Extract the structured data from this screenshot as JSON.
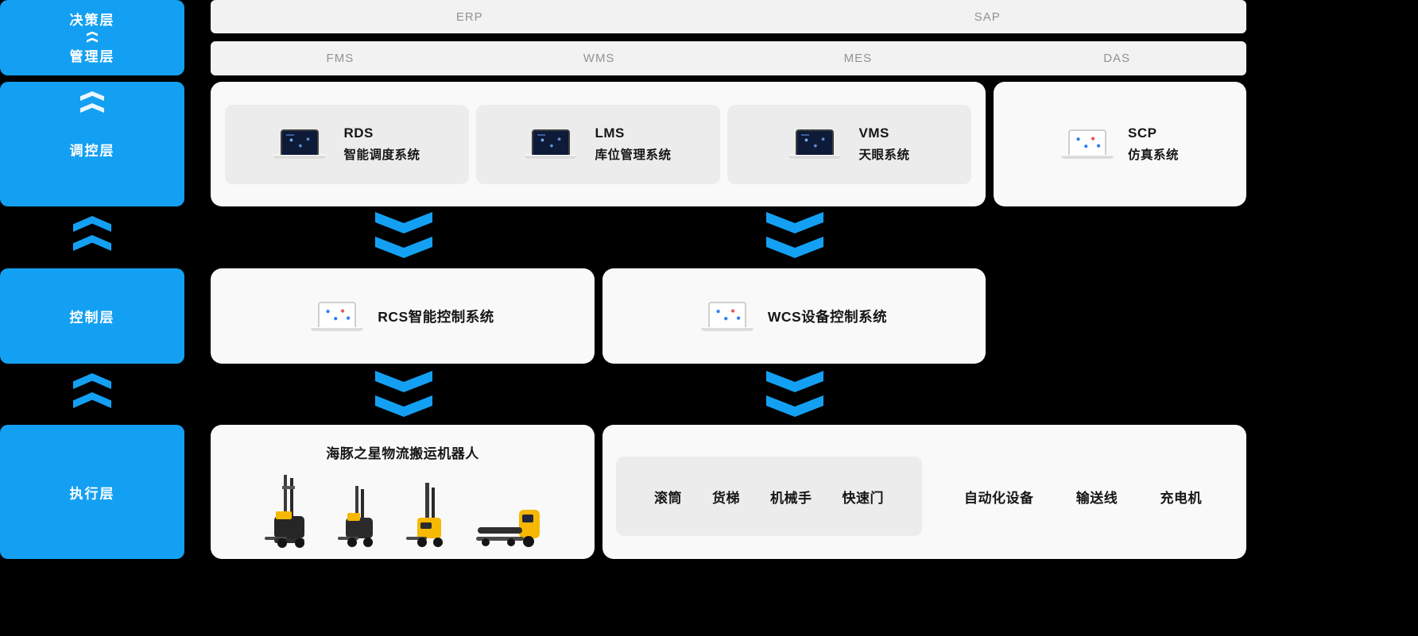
{
  "colors": {
    "accent_blue": "#14a0f2",
    "background": "#000000",
    "panel": "#f9f9f9",
    "inner_card": "#ececec",
    "top_bar": "#f2f2f2",
    "robot_yellow": "#f6b800"
  },
  "sidebar": {
    "layers": [
      {
        "label": "决策层"
      },
      {
        "label": "管理层"
      },
      {
        "label": "调控层"
      },
      {
        "label": "控制层"
      },
      {
        "label": "执行层"
      }
    ]
  },
  "top_bars": {
    "row1": [
      "ERP",
      "SAP"
    ],
    "row2": [
      "FMS",
      "WMS",
      "MES",
      "DAS"
    ]
  },
  "regulation_layer": {
    "systems": [
      {
        "title": "RDS",
        "subtitle": "智能调度系统"
      },
      {
        "title": "LMS",
        "subtitle": "库位管理系统"
      },
      {
        "title": "VMS",
        "subtitle": "天眼系统"
      }
    ],
    "side_system": {
      "title": "SCP",
      "subtitle": "仿真系统"
    }
  },
  "control_layer": {
    "systems": [
      {
        "title": "RCS智能控制系统"
      },
      {
        "title": "WCS设备控制系统"
      }
    ]
  },
  "execution_layer": {
    "robots_title": "海豚之星物流搬运机器人",
    "devices_primary": [
      "滚筒",
      "货梯",
      "机械手",
      "快速门"
    ],
    "devices_secondary": [
      "自动化设备",
      "输送线",
      "充电机"
    ]
  },
  "icons": {
    "laptop": "laptop-icon",
    "up_arrow": "up-arrow-icon",
    "down_arrow": "down-arrow-icon",
    "robots": [
      "reach-truck-robot-icon",
      "forklift-robot-icon",
      "stacker-robot-icon",
      "pallet-truck-robot-icon"
    ]
  }
}
